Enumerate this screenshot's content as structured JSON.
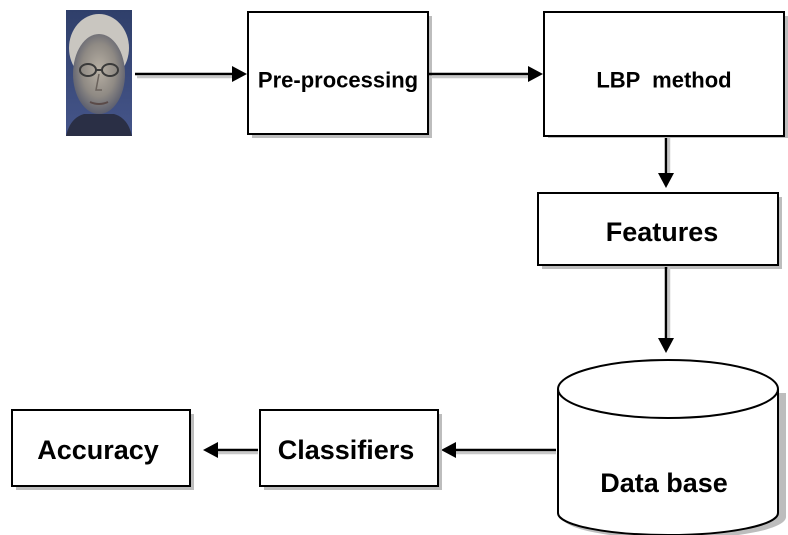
{
  "diagram": {
    "nodes": {
      "face_image": {
        "label": "",
        "kind": "image"
      },
      "preprocessing": {
        "label": "Pre-processing"
      },
      "lbp": {
        "label": "LBP  method"
      },
      "features": {
        "label": "Features"
      },
      "database": {
        "label": "Data base"
      },
      "classifiers": {
        "label": "Classifiers"
      },
      "accuracy": {
        "label": "Accuracy"
      }
    },
    "edges": [
      {
        "from": "face_image",
        "to": "preprocessing"
      },
      {
        "from": "preprocessing",
        "to": "lbp"
      },
      {
        "from": "lbp",
        "to": "features"
      },
      {
        "from": "features",
        "to": "database"
      },
      {
        "from": "database",
        "to": "classifiers"
      },
      {
        "from": "classifiers",
        "to": "accuracy"
      }
    ],
    "colors": {
      "stroke": "#000000",
      "fill": "#ffffff",
      "shadow": "#bdbdbd",
      "photo_background": "#3a4a7a"
    }
  }
}
